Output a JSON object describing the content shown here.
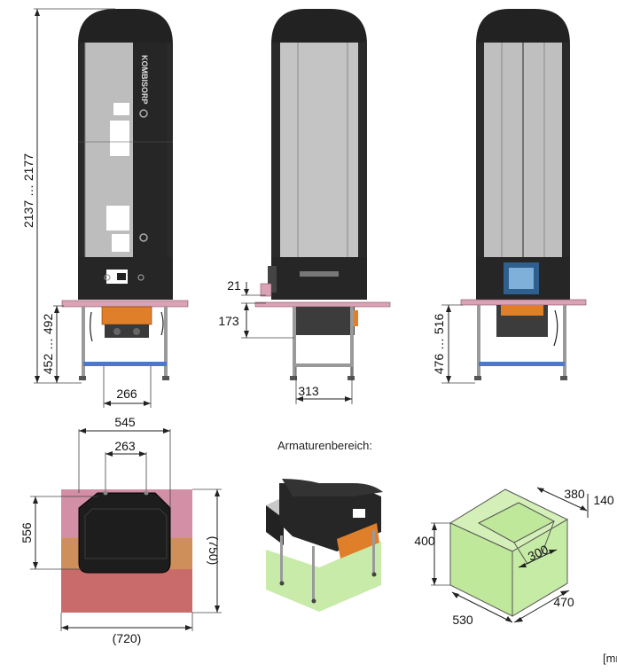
{
  "dimensions": {
    "height_total": "2137 … 2177",
    "foot_height_front": "452 … 492",
    "width_base_front": "266",
    "side_offset": "21",
    "side_depth": "173",
    "width_base_side": "313",
    "foot_height_back": "476 … 516",
    "top_width": "545",
    "top_inner_width": "263",
    "top_depth": "556",
    "top_depth_overall": "(750)",
    "top_width_overall": "(720)",
    "box_height": "400",
    "box_depth": "380",
    "box_side": "140",
    "box_inner": "300",
    "box_width": "530",
    "box_length": "470"
  },
  "captions": {
    "fitting_area": "Armaturenbereich:",
    "unit": "[mm]"
  },
  "brand_text": "KOMBISORP",
  "colors": {
    "unit_dark": "#1f1f1f",
    "unit_grey": "#b9b9b9",
    "plate": "#d9a3b6",
    "orange": "#e07f2a",
    "green_zone": "#bfe89b",
    "blue_bar": "#4f77c9",
    "floor_pink": "#c77a96",
    "floor_orange": "#cf8f5a",
    "floor_red": "#c96b6b"
  }
}
